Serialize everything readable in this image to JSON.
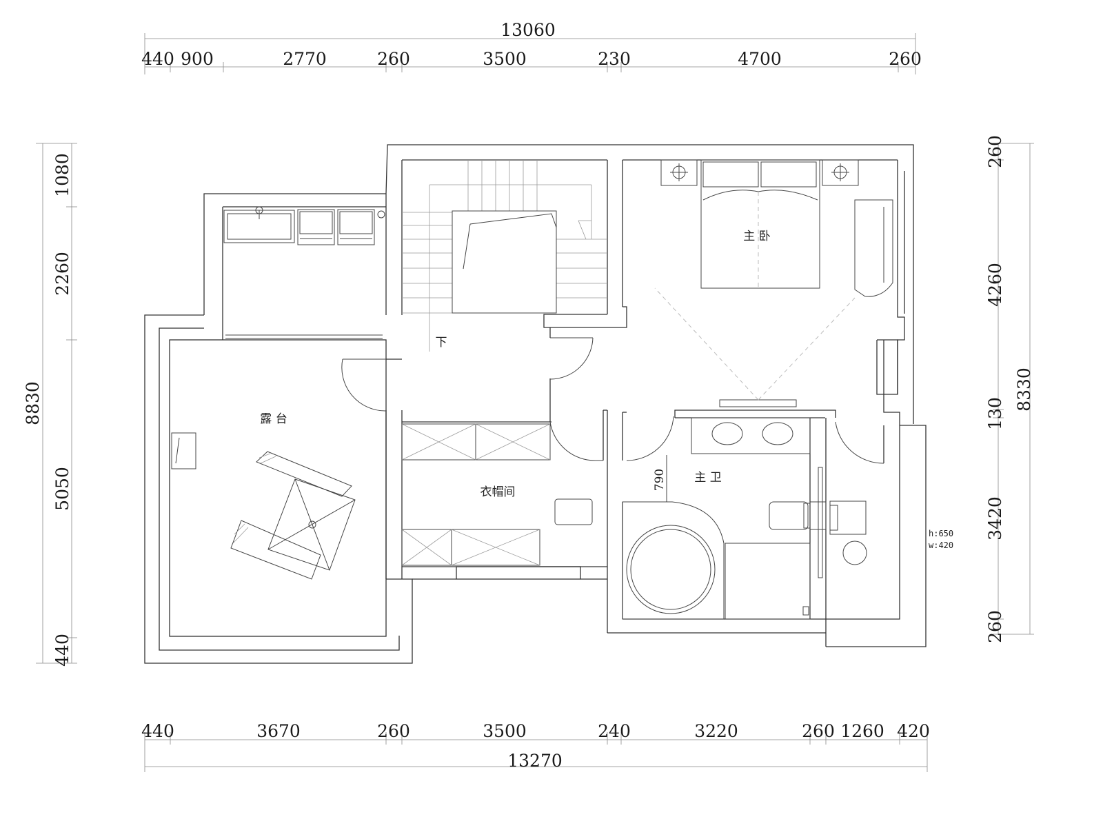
{
  "colors": {
    "line": "#333333",
    "text": "#1a1a1a",
    "background": "#ffffff"
  },
  "dimensions": {
    "top_total": "13060",
    "top_segments": [
      "440",
      "900",
      "2770",
      "260",
      "3500",
      "230",
      "4700",
      "260"
    ],
    "bottom_segments": [
      "440",
      "3670",
      "260",
      "3500",
      "240",
      "3220",
      "260",
      "1260",
      "420"
    ],
    "bottom_total": "13270",
    "left_segments": [
      "1080",
      "2260",
      "5050",
      "440"
    ],
    "left_total": "8830",
    "right_segments": [
      "260",
      "4260",
      "130",
      "3420",
      "260"
    ],
    "right_total": "8330",
    "door_790": "790"
  },
  "rooms": {
    "master_bedroom": "主 卧",
    "terrace": "露 台",
    "cloakroom": "衣帽间",
    "master_bath": "主 卫",
    "stair_down": "下"
  },
  "notes": {
    "fixture_height": "h:650",
    "fixture_width": "w:420"
  },
  "icons": [
    "column-icon",
    "bed-icon",
    "sofa-icon",
    "sink-icon",
    "bathtub-icon",
    "toilet-icon",
    "lounge-chair-icon",
    "umbrella-icon"
  ]
}
